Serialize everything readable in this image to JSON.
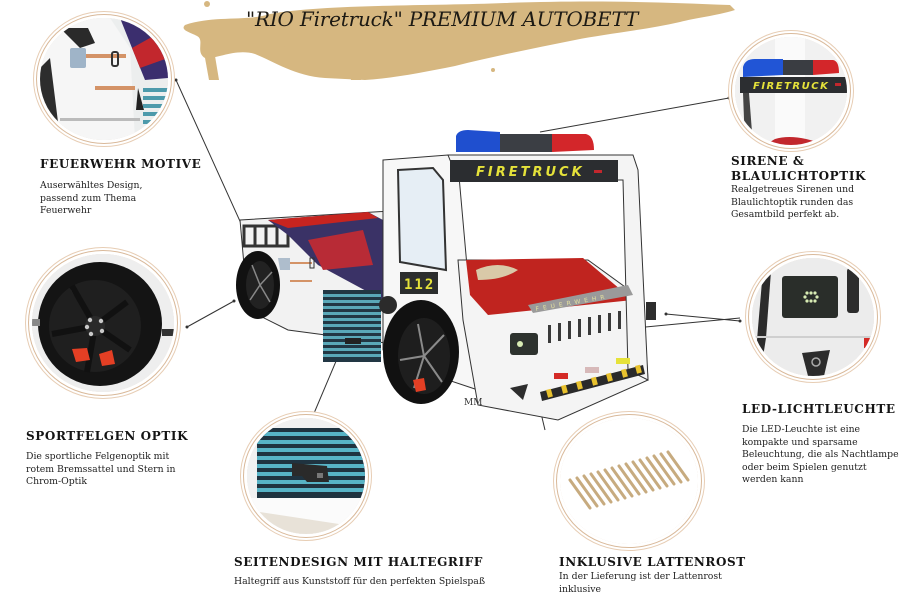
{
  "header": {
    "title": "\"RIO Firetruck\" PREMIUM AUTOBETT",
    "splash_color": "#d6b780"
  },
  "product": {
    "roof_sign": "FIRETRUCK",
    "number_plate": "112",
    "grille_text": "FEUERWEHR",
    "brand_logo": "MM",
    "colors": {
      "body": "#f4f4f4",
      "accent_red": "#c4221c",
      "accent_blue": "#1f4fcf",
      "vent_teal": "#5aa8b8",
      "sign_yellow": "#e8e33a",
      "sign_bg": "#2b2d30"
    }
  },
  "features": [
    {
      "id": "feuerwehr-motive",
      "title": "FEUERWEHR MOTIVE",
      "description": [
        "Auserwähltes Design,",
        "passend zum Thema",
        "Feuerwehr"
      ]
    },
    {
      "id": "sirene",
      "title": [
        "SIRENE &",
        "BLAULICHTOPTIK"
      ],
      "description": [
        "Realgetreues Sirenen und",
        "Blaulichtoptik runden das",
        "Gesamtbild perfekt ab."
      ]
    },
    {
      "id": "sportfelgen",
      "title": "SPORTFELGEN OPTIK",
      "description": [
        "Die sportliche Felgenoptik mit",
        "rotem Bremssattel und Stern in",
        "Chrom-Optik"
      ]
    },
    {
      "id": "led",
      "title": "LED-LICHTLEUCHTE",
      "description": [
        "Die LED-Leuchte ist eine",
        "kompakte und sparsame",
        "Beleuchtung, die als Nachtlampe",
        "oder beim Spielen genutzt",
        "werden kann"
      ]
    },
    {
      "id": "seitendesign",
      "title": "SEITENDESIGN MIT HALTEGRIFF",
      "description": [
        "Haltegriff aus Kunststoff für den perfekten Spielspaß"
      ]
    },
    {
      "id": "lattenrost",
      "title": "INKLUSIVE LATTENROST",
      "description": [
        "In der Lieferung ist der Lattenrost",
        "inklusive"
      ]
    }
  ]
}
